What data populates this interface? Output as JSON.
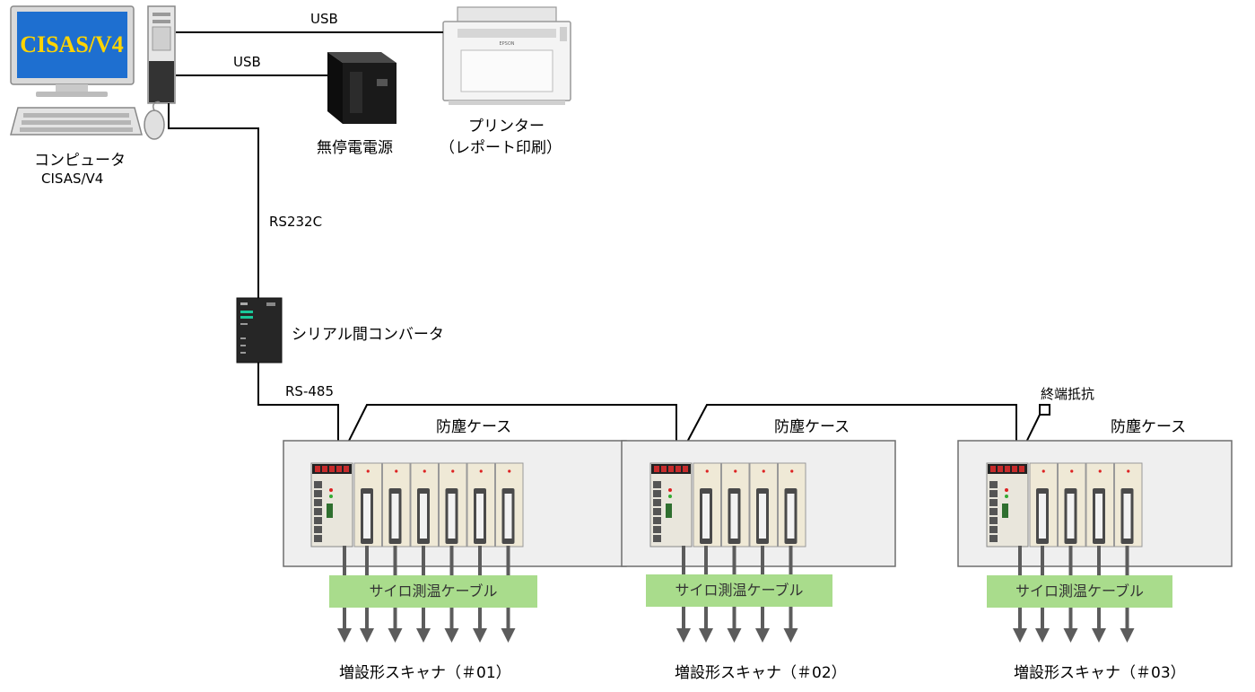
{
  "computer": {
    "screen_text": "CISAS/V4",
    "label": "コンピュータ",
    "sublabel": "CISAS/V4"
  },
  "links": {
    "usb_printer": "USB",
    "usb_ups": "USB",
    "rs232c": "RS232C",
    "rs485": "RS-485"
  },
  "ups": {
    "label": "無停電電源"
  },
  "printer": {
    "label": "プリンター",
    "sublabel": "（レポート印刷）",
    "brand": "EPSON"
  },
  "converter": {
    "label": "シリアル間コンバータ"
  },
  "terminator": {
    "label": "終端抵抗"
  },
  "cases": [
    {
      "case_label": "防塵ケース",
      "cable_label": "サイロ測温ケーブル",
      "scanner_label": "増設形スキャナ（＃01）",
      "module_count": 6,
      "arrow_count": 7
    },
    {
      "case_label": "防塵ケース",
      "cable_label": "サイロ測温ケーブル",
      "scanner_label": "増設形スキャナ（＃02）",
      "module_count": 4,
      "arrow_count": 5
    },
    {
      "case_label": "防塵ケース",
      "cable_label": "サイロ測温ケーブル",
      "scanner_label": "増設形スキャナ（＃03）",
      "module_count": 4,
      "arrow_count": 5
    }
  ],
  "colors": {
    "line": "#000000",
    "case_fill": "#efefef",
    "case_border": "#6e6e6e",
    "cable_label_bg": "#a9dc8c",
    "arrow": "#5c5c5c",
    "module_fill": "#efe9d6",
    "monitor_bg": "#1e6fd0",
    "monitor_text": "#ffd400"
  }
}
